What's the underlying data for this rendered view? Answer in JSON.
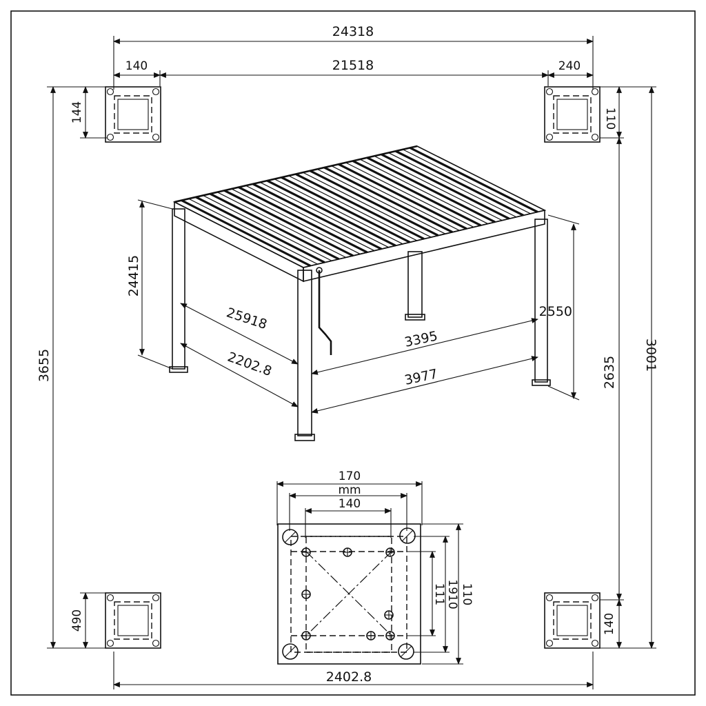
{
  "colors": {
    "line": "#111111",
    "background": "#ffffff"
  },
  "top": {
    "overall": "24318",
    "inner": "21518",
    "left_post": "140",
    "right_post": "240"
  },
  "left": {
    "overall": "3655",
    "post_top": "144",
    "post_bottom": "490"
  },
  "right": {
    "overall": "3001",
    "inner": "2635",
    "post_top": "110",
    "post_bottom": "140"
  },
  "bottom": {
    "overall": "2402.8"
  },
  "pergola": {
    "height_left": "24415",
    "height_right": "2550",
    "depth_upper": "25918",
    "depth_lower": "2202.8",
    "width_upper": "3395",
    "width_lower": "3977"
  },
  "base_plate": {
    "width_outer": "170",
    "unit": "mm",
    "width_inner": "140",
    "height_outer": "110",
    "height_mid": "1910",
    "height_inner": "111"
  }
}
